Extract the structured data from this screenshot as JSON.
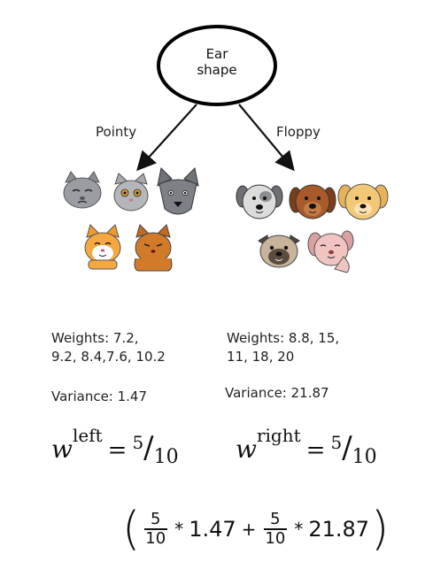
{
  "root_node": {
    "line1": "Ear",
    "line2": "shape"
  },
  "branches": {
    "left": "Pointy",
    "right": "Floppy"
  },
  "left_stats": {
    "weights_line1": "Weights: 7.2,",
    "weights_line2": "9.2, 8.4,7.6, 10.2",
    "variance": "Variance: 1.47"
  },
  "right_stats": {
    "weights_line1": "Weights: 8.8, 15,",
    "weights_line2": "11, 18, 20",
    "variance": "Variance: 21.87"
  },
  "weights": {
    "left": {
      "symbol": "w",
      "sup": "left",
      "eq": "=",
      "num": "5",
      "den": "10"
    },
    "right": {
      "symbol": "w",
      "sup": "right",
      "eq": "=",
      "num": "5",
      "den": "10"
    }
  },
  "formula": {
    "open": "(",
    "frac1_num": "5",
    "frac1_den": "10",
    "times1": "*",
    "val1": "1.47",
    "plus": "+",
    "frac2_num": "5",
    "frac2_den": "10",
    "times2": "*",
    "val2": "21.87",
    "close": ")"
  },
  "icons": {
    "left": [
      "cat-icon",
      "cat-icon",
      "cat-icon",
      "cat-icon",
      "cat-icon"
    ],
    "right": [
      "dog-icon",
      "dog-icon",
      "dog-icon",
      "dog-icon",
      "dog-icon"
    ]
  }
}
